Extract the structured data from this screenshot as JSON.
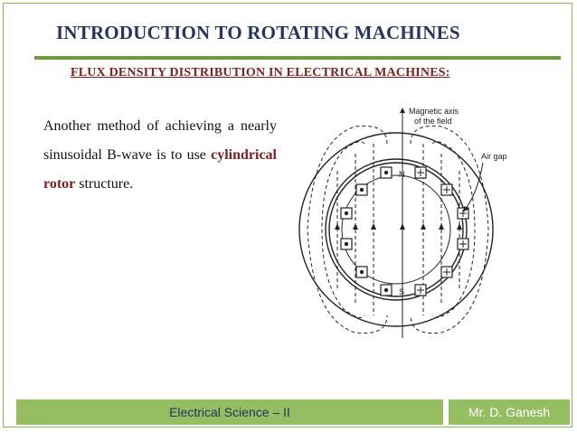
{
  "slide": {
    "title": "INTRODUCTION TO ROTATING MACHINES",
    "subtitle": "FLUX  DENSITY  DISTRIBUTION  IN  ELECTRICAL  MACHINES:",
    "paragraph": {
      "before": "Another method of achieving a nearly sinusoidal B-wave is to use ",
      "emphasis": "cylindrical rotor",
      "after": " structure."
    }
  },
  "diagram": {
    "label_axis_line1": "Magnetic axis",
    "label_axis_line2": "of the field",
    "label_air_gap": "Air gap",
    "label_north": "N",
    "label_south": "S"
  },
  "footer": {
    "course": "Electrical Science – II",
    "author": "Mr. D. Ganesh"
  },
  "colors": {
    "title": "#25355e",
    "subtitle": "#7a2222",
    "accent_green": "#95bd62",
    "rule_green": "#6d9a3c"
  }
}
